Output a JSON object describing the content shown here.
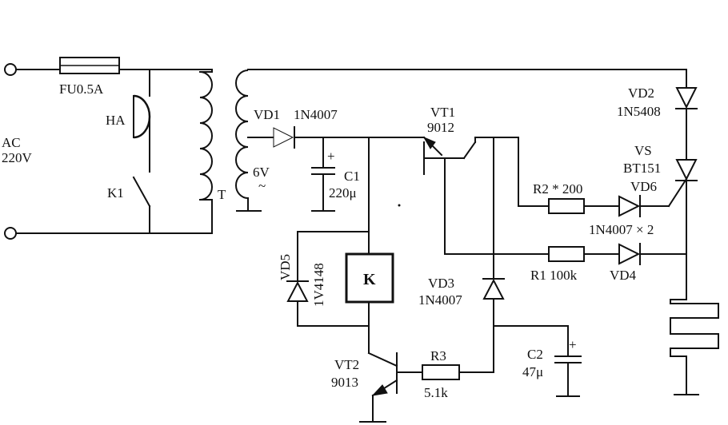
{
  "labels": {
    "ac": "AC",
    "ac_voltage": "220V",
    "fuse": "FU0.5A",
    "buzzer": "HA",
    "switch": "K1",
    "transformer": "T",
    "secondary_voltage": "6V",
    "secondary_tilde": "~",
    "vd1": "VD1",
    "vd1_part": "1N4007",
    "c1": "C1",
    "c1_value": "220μ",
    "c1_plus": "+",
    "vt1": "VT1",
    "vt1_part": "9012",
    "vd2": "VD2",
    "vd2_part": "1N5408",
    "vs": "VS",
    "vs_part": "BT151",
    "vd6": "VD6",
    "r2": "R2 * 200",
    "vd_pair": "1N4007 × 2",
    "r1": "R1 100k",
    "vd4": "VD4",
    "vd5": "VD5",
    "vd5_part": "1V4148",
    "relay": "K",
    "vd3": "VD3",
    "vd3_part": "1N4007",
    "c2": "C2",
    "c2_value": "47μ",
    "c2_plus": "+",
    "vt2": "VT2",
    "vt2_part": "9013",
    "r3": "R3",
    "r3_value": "5.1k"
  }
}
